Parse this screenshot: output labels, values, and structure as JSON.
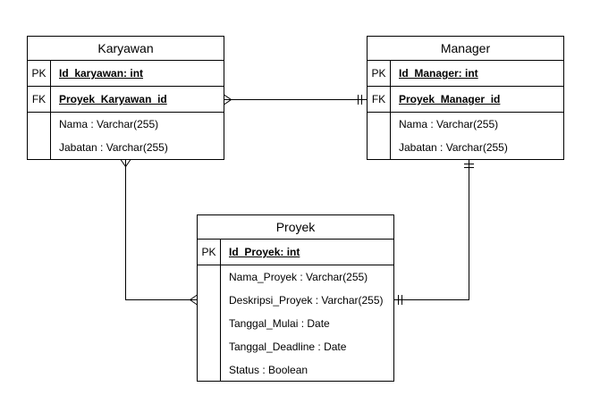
{
  "entities": {
    "karyawan": {
      "title": "Karyawan",
      "keys": [
        {
          "key": "PK",
          "name": "Id_karyawan: int"
        },
        {
          "key": "FK",
          "name": "Proyek_Karyawan_id"
        }
      ],
      "attributes": [
        "Nama : Varchar(255)",
        "Jabatan : Varchar(255)"
      ]
    },
    "manager": {
      "title": "Manager",
      "keys": [
        {
          "key": "PK",
          "name": "Id_Manager: int"
        },
        {
          "key": "FK",
          "name": "Proyek_Manager_id"
        }
      ],
      "attributes": [
        "Nama : Varchar(255)",
        "Jabatan : Varchar(255)"
      ]
    },
    "proyek": {
      "title": "Proyek",
      "keys": [
        {
          "key": "PK",
          "name": "Id_Proyek: int"
        }
      ],
      "attributes": [
        "Nama_Proyek : Varchar(255)",
        "Deskripsi_Proyek : Varchar(255)",
        "Tanggal_Mulai : Date",
        "Tanggal_Deadline : Date",
        "Status : Boolean"
      ]
    }
  },
  "relationships": [
    {
      "from": "karyawan",
      "to": "manager",
      "from_end": "many",
      "to_end": "one"
    },
    {
      "from": "karyawan",
      "to": "proyek",
      "from_end": "many",
      "to_end": "many"
    },
    {
      "from": "manager",
      "to": "proyek",
      "from_end": "one",
      "to_end": "one"
    }
  ]
}
